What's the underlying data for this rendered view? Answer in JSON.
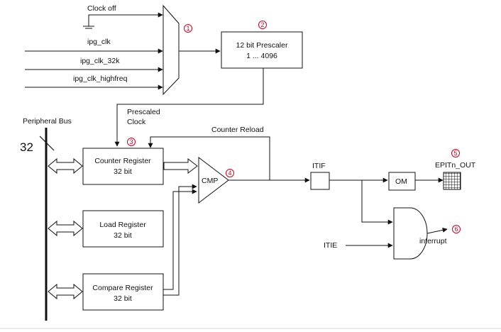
{
  "colors": {
    "accent": "#d0021b",
    "line": "#111111",
    "background": "#ffffff"
  },
  "inputs": {
    "clock_off": "Clock off",
    "ipg_clk": "ipg_clk",
    "ipg_clk_32k": "ipg_clk_32k",
    "ipg_clk_highfreq": "ipg_clk_highfreq"
  },
  "prescaler": {
    "line1": "12 bit Prescaler",
    "line2": "1 ... 4096"
  },
  "prescaled_clock": {
    "line1": "Prescaled",
    "line2": "Clock"
  },
  "peripheral_bus": {
    "label": "Peripheral Bus",
    "width": "32"
  },
  "counter_reload": "Counter Reload",
  "registers": {
    "counter": {
      "line1": "Counter Register",
      "line2": "32 bit"
    },
    "load": {
      "line1": "Load Register",
      "line2": "32 bit"
    },
    "compare": {
      "line1": "Compare Register",
      "line2": "32 bit"
    }
  },
  "cmp": "CMP",
  "itif": "ITIF",
  "om": "OM",
  "epit_out": "EPITn_OUT",
  "itie": "ITIE",
  "interrupt": "interrupt",
  "badges": [
    "1",
    "2",
    "3",
    "4",
    "5",
    "6"
  ]
}
